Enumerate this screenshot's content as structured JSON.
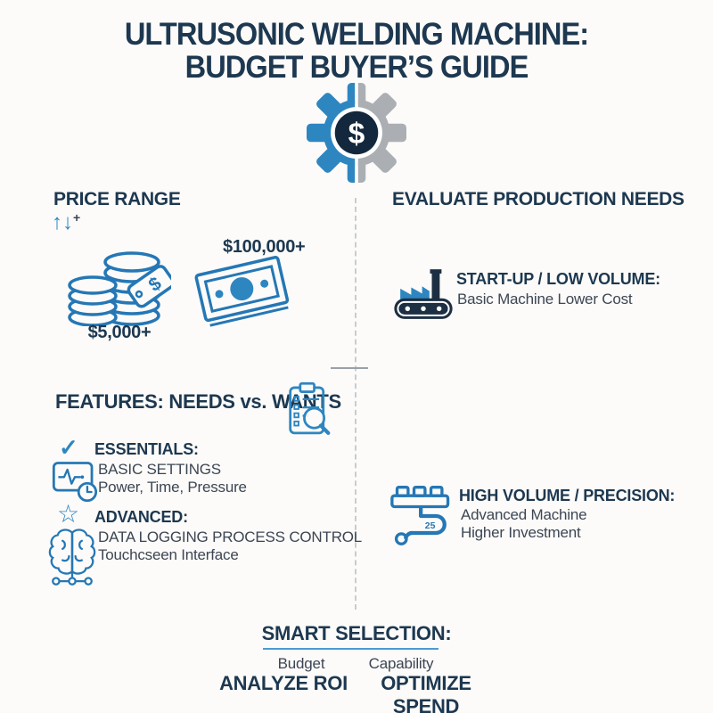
{
  "header": {
    "title_line1": "ULTRUSONIC WELDING MACHINE:",
    "title_line2": "BUDGET BUYER’S GUIDE",
    "gear_symbol": "$"
  },
  "price_range": {
    "heading": "PRICE RANGE",
    "arrow_up": "↑",
    "arrow_down": "↓",
    "plus": "+",
    "tag_symbol": "$",
    "low_label": "$5,000+",
    "high_label": "$100,000+"
  },
  "production": {
    "heading": "EVALUATE PRODUCTION NEEDS",
    "startup_title": "START-UP / LOW VOLUME:",
    "startup_desc": "Basic Machine Lower Cost",
    "highvol_title": "HIGH VOLUME / PRECISION:",
    "highvol_desc1": "Advanced Machine",
    "highvol_desc2": "Higher Investment",
    "machine_icon_text": "25"
  },
  "features": {
    "heading": "FEATURES: NEEDS vs. WANTS",
    "check_glyph": "✓",
    "star_glyph": "☆",
    "essentials_title": "ESSENTIALS:",
    "essentials_line1": "BASIC SETTINGS",
    "essentials_line2": "Power, Time, Pressure",
    "advanced_title": "ADVANCED:",
    "advanced_line1": "DATA LOGGING PROCESS CONTROL",
    "advanced_line2": "Touchcseen Interface"
  },
  "smart_selection": {
    "heading": "SMART SELECTION:",
    "col1_label": "Budget",
    "col2_label": "Capability",
    "col1_action": "ANALYZE ROI",
    "col2_action": "OPTIMIZE SPEND"
  },
  "colors": {
    "navy": "#1d3850",
    "blue": "#2e86c1",
    "stroke_blue": "#2577b5",
    "gear_gray": "#abafb4",
    "gear_center": "#13283c",
    "belt_dark": "#1d2f42"
  }
}
